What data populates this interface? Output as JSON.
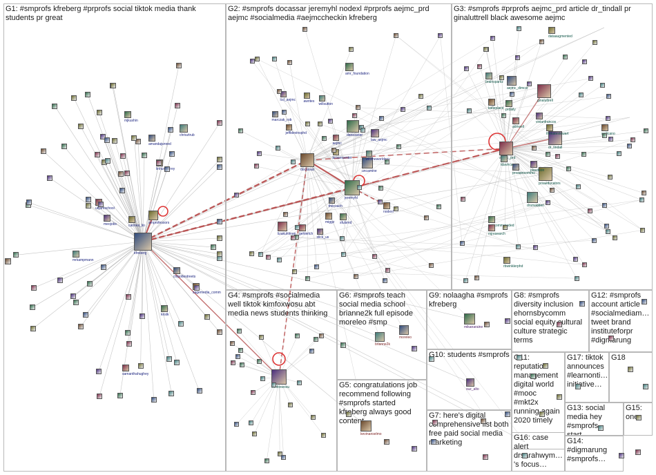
{
  "groups": [
    {
      "id": "G1",
      "title": "G1: #smprofs kfreberg #prprofs social tiktok media thank students pr great"
    },
    {
      "id": "G2",
      "title": "G2: #smprofs docassar jeremyhl nodexl #prprofs aejmc_prd aejmc #socialmedia #aejmccheckin kfreberg"
    },
    {
      "id": "G3",
      "title": "G3: #smprofs #prprofs aejmc_prd article dr_tindall pr ginaluttrell black awesome aejmc"
    },
    {
      "id": "G4",
      "title": "G4: #smprofs #socialmedia well tiktok kimfoxwosu abt media news students thinking"
    },
    {
      "id": "G5",
      "title": "G5: congratulations job recommend following #smprofs started kfreberg always good content"
    },
    {
      "id": "G6",
      "title": "G6: #smprofs teach social media school brianne2k full episode moreleo #smp"
    },
    {
      "id": "G7",
      "title": "G7: here's digital comprehensive list both free paid social media marketing"
    },
    {
      "id": "G8",
      "title": "G8: #smprofs diversity inclusion ehornsbycomm social equity cultural culture strategic terms"
    },
    {
      "id": "G9",
      "title": "G9: nolaagha #smprofs kfreberg"
    },
    {
      "id": "G10",
      "title": "G10: students #smprofs"
    },
    {
      "id": "G11",
      "title": "G11: reputation management digital world #mooc #mkt2x running again 2020 timely"
    },
    {
      "id": "G12",
      "title": "G12: #smprofs account article #socialmediam… tweet brand instituteforpr #digmarung"
    },
    {
      "id": "G13",
      "title": "G13: social media hey #smprofs start…"
    },
    {
      "id": "G14",
      "title": "G14: #digmarung #smprofs…"
    },
    {
      "id": "G15",
      "title": "G15: one"
    },
    {
      "id": "G16",
      "title": "G16: case alert drsarahwym… 's focus…"
    },
    {
      "id": "G17",
      "title": "G17: tiktok announces #learnonti… initiative…"
    },
    {
      "id": "G18",
      "title": "G18"
    }
  ],
  "nodes": [
    {
      "id": "kfreberg",
      "label": "kfreberg",
      "color": "#1a237e"
    },
    {
      "id": "docassar",
      "label": "docassar",
      "color": "#1a237e"
    },
    {
      "id": "jeremyhl",
      "label": "jeremyhl",
      "color": "#1a237e"
    },
    {
      "id": "aejmc_prd",
      "label": "aejmc_prd",
      "color": "#0b5345"
    },
    {
      "id": "kimfoxwosu",
      "label": "kimfoxwosu",
      "color": "#0b5345"
    },
    {
      "id": "amprofessors",
      "label": "amprofessors",
      "color": "#1a237e"
    },
    {
      "id": "brianne2k",
      "label": "brianne2k",
      "color": "#7b1f1f"
    },
    {
      "id": "moreleo",
      "label": "moreleo",
      "color": "#7b1f1f"
    },
    {
      "id": "kevinanselmo",
      "label": "kevinanselmo",
      "color": "#7b1f1f"
    },
    {
      "id": "mikanaraine",
      "label": "mikanaraine",
      "color": "#4a1a6b"
    },
    {
      "id": "ginaluttrell",
      "label": "ginaluttrell",
      "color": "#0b5345"
    },
    {
      "id": "dr_tindall",
      "label": "dr_tindall",
      "color": "#0b5345"
    },
    {
      "id": "prsaeducators",
      "label": "prsaeducators",
      "color": "#0b5345"
    },
    {
      "id": "drsmadden",
      "label": "drsmadden",
      "color": "#0b5345"
    },
    {
      "id": "uncamine",
      "label": "uncamine",
      "color": "#1a237e"
    },
    {
      "id": "nodexl",
      "label": "nodexl",
      "color": "#1a237e"
    },
    {
      "id": "amr_foundation",
      "label": "amr_foundation",
      "color": "#1a237e"
    },
    {
      "id": "lizakuhlman",
      "label": "lizakuhlman",
      "color": "#1a237e"
    },
    {
      "id": "suz_alto",
      "label": "suz_alto",
      "color": "#4a1a6b"
    },
    {
      "id": "rbwinklerphd",
      "label": "rbwinklerphd",
      "color": "#0b5345"
    },
    {
      "id": "chrisztrub",
      "label": "chrisztrub",
      "color": "#1a237e"
    },
    {
      "id": "amandajwreed",
      "label": "amandajwreed",
      "color": "#1a237e"
    },
    {
      "id": "linhumphrey",
      "label": "linhumphrey",
      "color": "#1a237e"
    },
    {
      "id": "mjkushin",
      "label": "mjkushin",
      "color": "#1a237e"
    },
    {
      "id": "ukjamschool",
      "label": "ukjamschool",
      "color": "#1a237e"
    },
    {
      "id": "meojobs",
      "label": "meojobs",
      "color": "#1a237e"
    },
    {
      "id": "cannes_lio",
      "label": "cannes_lio",
      "color": "#1a237e"
    },
    {
      "id": "mrkampmann",
      "label": "mrkampmann",
      "color": "#1a237e"
    },
    {
      "id": "chipotlestreets",
      "label": "chipotlestreets",
      "color": "#1a237e"
    },
    {
      "id": "sagemedia_comm",
      "label": "sagemedia_comm",
      "color": "#1a237e"
    },
    {
      "id": "kristk",
      "label": "kristk",
      "color": "#1a237e"
    },
    {
      "id": "samanthahughey",
      "label": "samanthahughey",
      "color": "#1a237e"
    },
    {
      "id": "lcd_aejmc",
      "label": "lcd_aejmc",
      "color": "#1a237e"
    },
    {
      "id": "awrites",
      "label": "awrites",
      "color": "#1a237e"
    },
    {
      "id": "willsutton",
      "label": "willsutton",
      "color": "#1a237e"
    },
    {
      "id": "marczak_rob",
      "label": "marczak_rob",
      "color": "#1a237e"
    },
    {
      "id": "jeffblevinsphd",
      "label": "jeffblevinsphd",
      "color": "#1a237e"
    },
    {
      "id": "danicaster",
      "label": "danicaster",
      "color": "#1a237e"
    },
    {
      "id": "aejmc",
      "label": "aejmc",
      "color": "#1a237e"
    },
    {
      "id": "law_aejmc",
      "label": "law_aejmc",
      "color": "#1a237e"
    },
    {
      "id": "broomcenter",
      "label": "broomcenter",
      "color": "#1a237e"
    },
    {
      "id": "wilstheworldguy",
      "label": "wilstheworldguy",
      "color": "#1a237e"
    },
    {
      "id": "thecoach",
      "label": "thecoach",
      "color": "#1a237e"
    },
    {
      "id": "miggz",
      "label": "miggz",
      "color": "#1a237e"
    },
    {
      "id": "sfulsmd",
      "label": "sfulsmd",
      "color": "#1a237e"
    },
    {
      "id": "gehlerlch",
      "label": "gehlerlch",
      "color": "#1a237e"
    },
    {
      "id": "slick_us",
      "label": "slick_us",
      "color": "#1a237e"
    },
    {
      "id": "dataaugmented",
      "label": "dataaugmented",
      "color": "#0b5345"
    },
    {
      "id": "brainsparkz",
      "label": "brainsparkz",
      "color": "#0b5345"
    },
    {
      "id": "aejmc_dimcsr",
      "label": "aejmc_dimcsr",
      "color": "#0b5345"
    },
    {
      "id": "katieplace",
      "label": "katieplace",
      "color": "#0b5345"
    },
    {
      "id": "prdaily",
      "label": "prdaily",
      "color": "#0b5345"
    },
    {
      "id": "adriwell",
      "label": "adriwell",
      "color": "#0b5345"
    },
    {
      "id": "vivianfrancos",
      "label": "vivianfrancos",
      "color": "#0b5345"
    },
    {
      "id": "thekatestewart",
      "label": "thekatestewart",
      "color": "#0b5345"
    },
    {
      "id": "tdavircaso",
      "label": "tdavircaso",
      "color": "#0b5345"
    },
    {
      "id": "prsaamcomms",
      "label": "prsaamcomms",
      "color": "#0b5345"
    },
    {
      "id": "gallicano",
      "label": "gallicano",
      "color": "#0b5345"
    },
    {
      "id": "paucommgraded",
      "label": "paucommgraded",
      "color": "#0b5345"
    },
    {
      "id": "mjresearch",
      "label": "mjresearch",
      "color": "#0b5345"
    },
    {
      "id": "plaudson",
      "label": "plaudson",
      "color": "#0b5345"
    }
  ],
  "colors": {
    "edge": "#b7b7b7",
    "edge_strong": "#b84a4a",
    "group_border": "#b8b8b8"
  }
}
